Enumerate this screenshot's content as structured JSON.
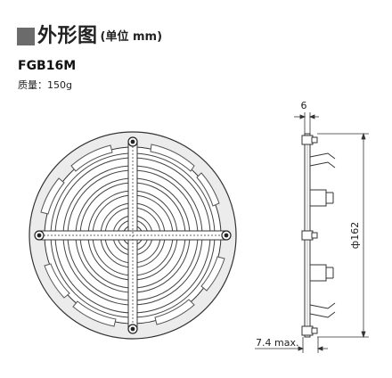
{
  "header": {
    "title": "外形图",
    "unit_note": "(单位 mm)",
    "title_icon": "gray-square-icon"
  },
  "product": {
    "model": "FGB16M",
    "mass": "质量：150g"
  },
  "dimensions": {
    "top_width": "6",
    "diameter": "ф162",
    "max_thickness": "7.4 max."
  },
  "colors": {
    "accent": "#6b6b6b",
    "line": "#333333",
    "fill": "#ececec"
  }
}
